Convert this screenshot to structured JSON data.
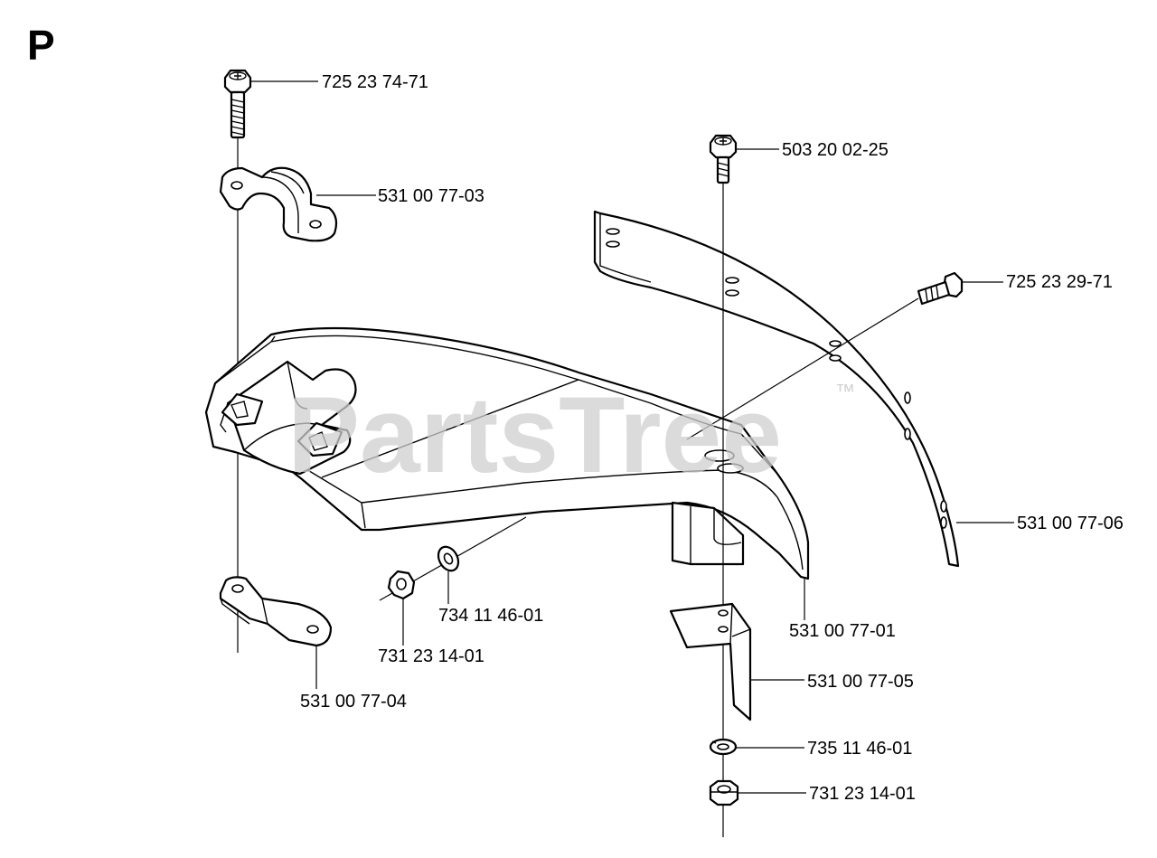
{
  "section_letter": "P",
  "watermark": {
    "text": "PartsTree",
    "trademark": "™"
  },
  "parts": [
    {
      "id": "bolt_top_left",
      "number": "725  23 74-71"
    },
    {
      "id": "clamp_upper",
      "number": "531 00 77-03"
    },
    {
      "id": "clamp_lower",
      "number": "531 00 77-04"
    },
    {
      "id": "screw_top_right",
      "number": "503 20 02-25"
    },
    {
      "id": "screw_side",
      "number": "725 23 29-71"
    },
    {
      "id": "skirt",
      "number": "531 00 77-06"
    },
    {
      "id": "guard",
      "number": "531 00 77-01"
    },
    {
      "id": "washer",
      "number": "734 11 46-01"
    },
    {
      "id": "nut_left",
      "number": "731 23 14-01"
    },
    {
      "id": "bracket",
      "number": "531 00 77-05"
    },
    {
      "id": "lock_washer",
      "number": "735 11 46-01"
    },
    {
      "id": "nut_bottom",
      "number": "731 23 14-01"
    }
  ]
}
